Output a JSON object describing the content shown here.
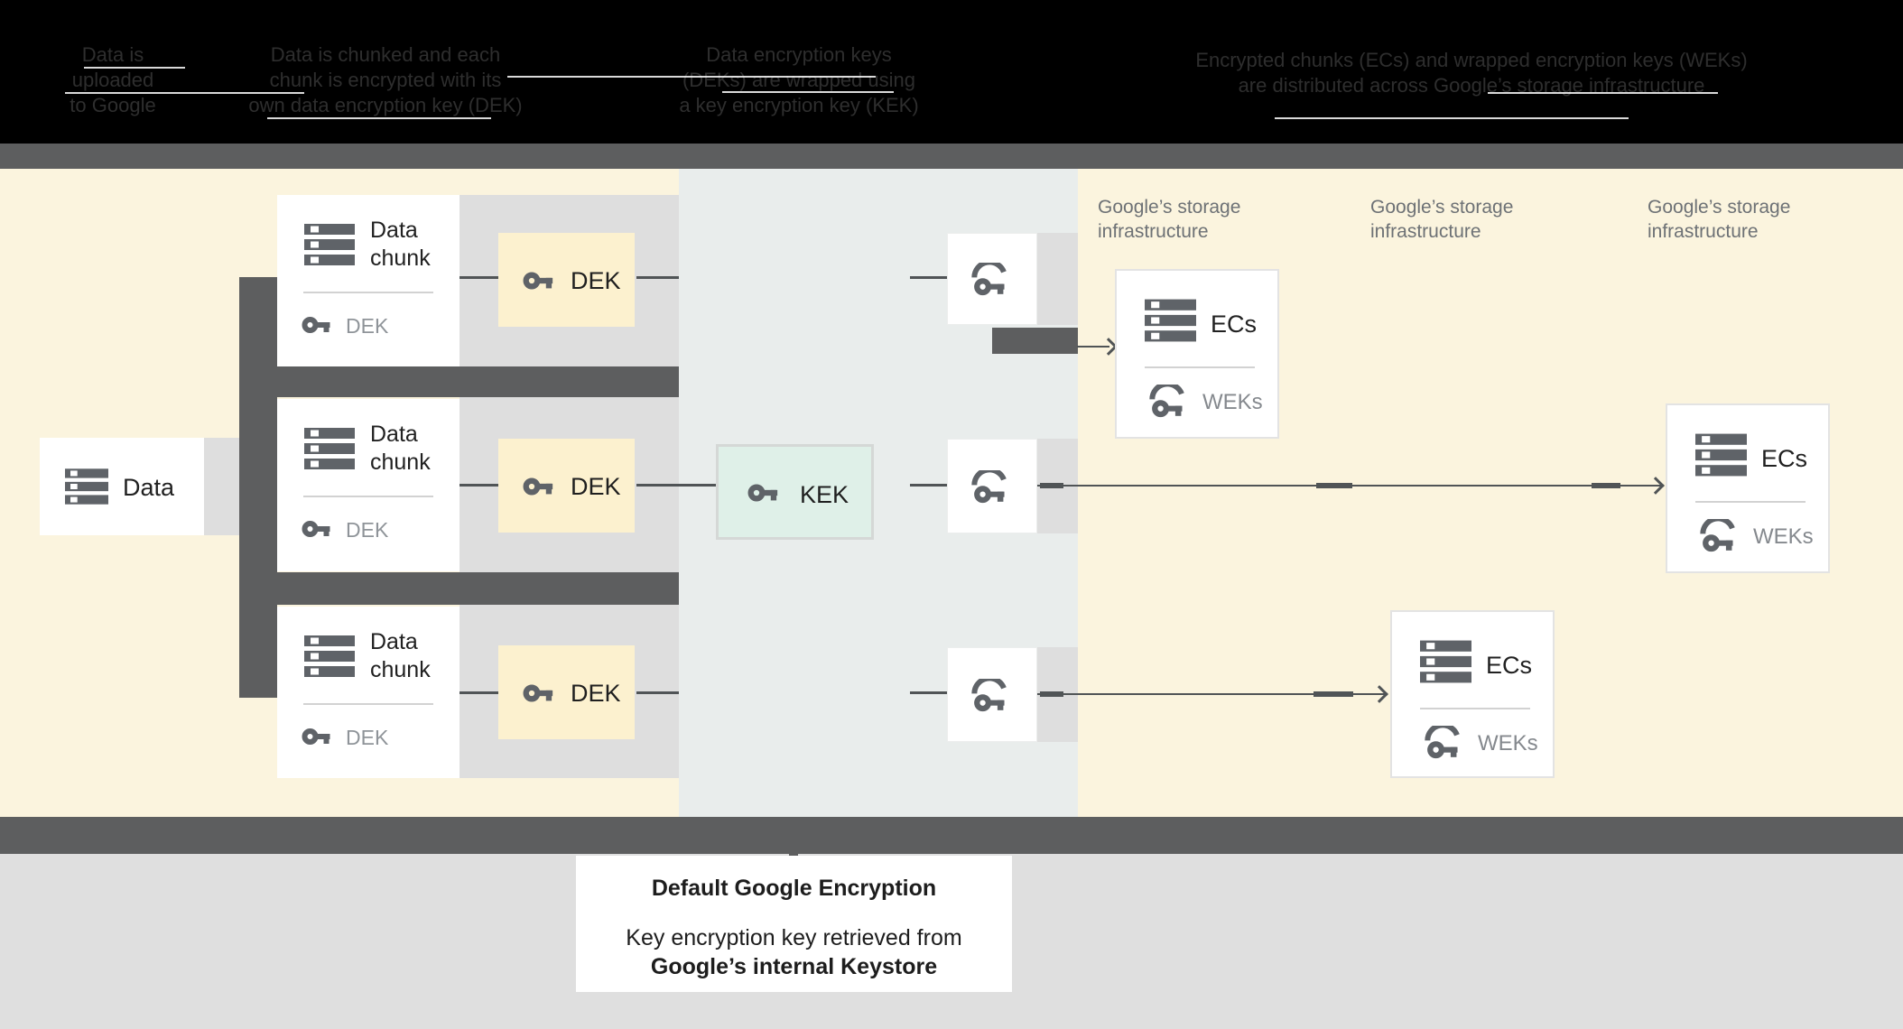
{
  "header": {
    "steps": [
      {
        "lines": [
          "Data is",
          "uploaded",
          "to Google"
        ]
      },
      {
        "lines": [
          "Data is chunked and each",
          "chunk is encrypted with its",
          "own data encryption key (DEK)"
        ]
      },
      {
        "lines": [
          "Data encryption keys",
          "(DEKs) are wrapped using",
          "a key encryption key (KEK)"
        ]
      },
      {
        "lines": [
          "Encrypted chunks (ECs) and wrapped encryption keys (WEKs)",
          "are distributed across Google’s storage infrastructure"
        ]
      }
    ]
  },
  "diagram": {
    "data_box": {
      "label": "Data"
    },
    "chunk_boxes": [
      {
        "title": "Data chunk",
        "key_label": "DEK"
      },
      {
        "title": "Data chunk",
        "key_label": "DEK"
      },
      {
        "title": "Data chunk",
        "key_label": "DEK"
      }
    ],
    "dek_boxes": [
      {
        "label": "DEK"
      },
      {
        "label": "DEK"
      },
      {
        "label": "DEK"
      }
    ],
    "kek_box": {
      "label": "KEK"
    },
    "storage_labels": [
      {
        "line1": "Google’s storage",
        "line2": "infrastructure"
      },
      {
        "line1": "Google’s storage",
        "line2": "infrastructure"
      },
      {
        "line1": "Google’s storage",
        "line2": "infrastructure"
      }
    ],
    "ecs_boxes": [
      {
        "title": "ECs",
        "key_label": "WEKs"
      },
      {
        "title": "ECs",
        "key_label": "WEKs"
      },
      {
        "title": "ECs",
        "key_label": "WEKs"
      }
    ]
  },
  "footer": {
    "title": "Default Google Encryption",
    "body_line1": "Key encryption key retrieved from",
    "body_line2": "Google’s internal Keystore"
  },
  "colors": {
    "canvas_bg": "#fbf4de",
    "mid_bg": "#e9edec",
    "dek_bg": "#fcf1cf",
    "kek_bg": "#dff0e8",
    "dark": "#5d5e5f",
    "band": "#dedede",
    "icon": "#5f6368",
    "line": "#505456",
    "muted": "#8f9499",
    "storage": "#6d7175",
    "footer_bg": "#dfdfdf",
    "hdr_bg": "#000000",
    "hdr_tx": "#2e2e2e"
  }
}
